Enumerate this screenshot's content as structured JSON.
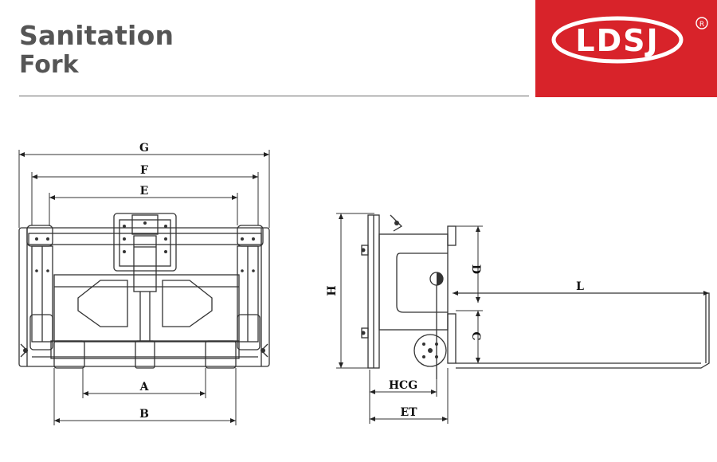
{
  "header": {
    "title_line1": "Sanitation",
    "title_line2": "Fork",
    "logo_text": "LDSJ",
    "logo_mark": "®",
    "brand_color": "#d8232a"
  },
  "front_view": {
    "dims": {
      "g": "G",
      "f": "F",
      "e": "E",
      "a": "A",
      "b": "B"
    }
  },
  "side_view": {
    "dims": {
      "h": "H",
      "d": "D",
      "c": "C",
      "l": "L",
      "hcg": "HCG",
      "et": "ET"
    }
  }
}
